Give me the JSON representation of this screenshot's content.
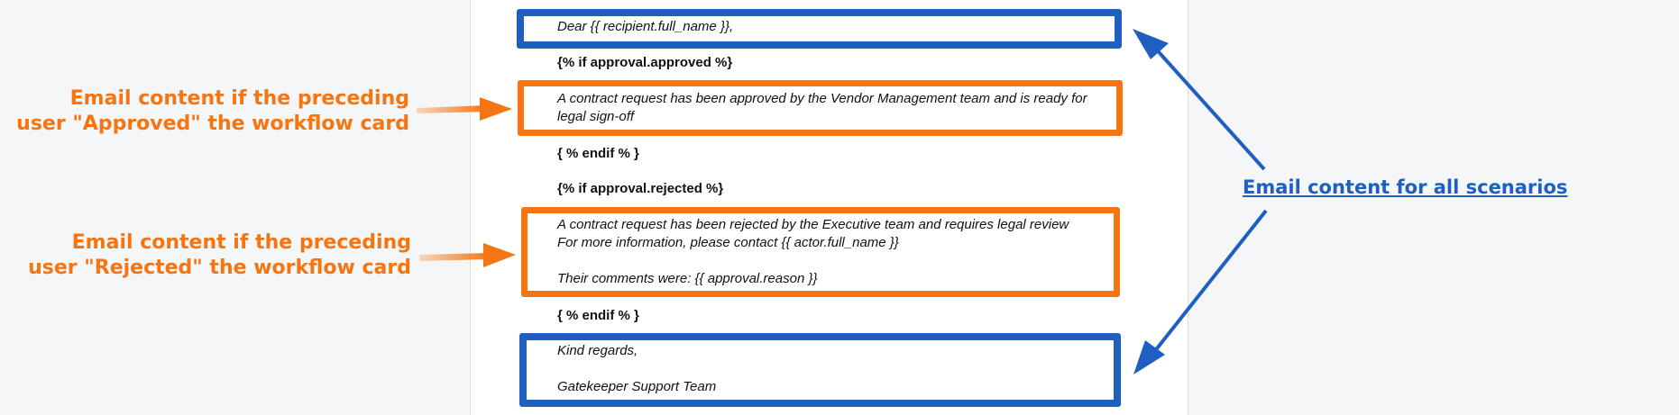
{
  "template": {
    "greeting": "Dear {{ recipient.full_name }},",
    "if_approved": "{% if approval.approved %}",
    "approved_text_1": "A contract request has been approved by the Vendor Management team and is ready for",
    "approved_text_2": "legal sign-off",
    "endif_1": "{ % endif % }",
    "if_rejected": "{% if approval.rejected %}",
    "rejected_text_1": "A contract request has been rejected by the Executive team and requires legal review",
    "rejected_text_2": "For more information, please contact {{ actor.full_name }}",
    "rejected_text_3": "Their comments were: {{ approval.reason }}",
    "endif_2": "{ % endif % }",
    "closing_1": "Kind regards,",
    "closing_2": "Gatekeeper Support Team"
  },
  "annotations": {
    "approved_line_1": "Email content if the preceding",
    "approved_line_2": "user \"Approved\" the workflow card",
    "rejected_line_1": "Email content if the preceding",
    "rejected_line_2": "user \"Rejected\" the workflow card",
    "all_scenarios": "Email content for all scenarios"
  },
  "colors": {
    "blue": "#1f5fbf",
    "orange": "#f47512",
    "background": "#f5f6f8",
    "page": "#ffffff"
  }
}
